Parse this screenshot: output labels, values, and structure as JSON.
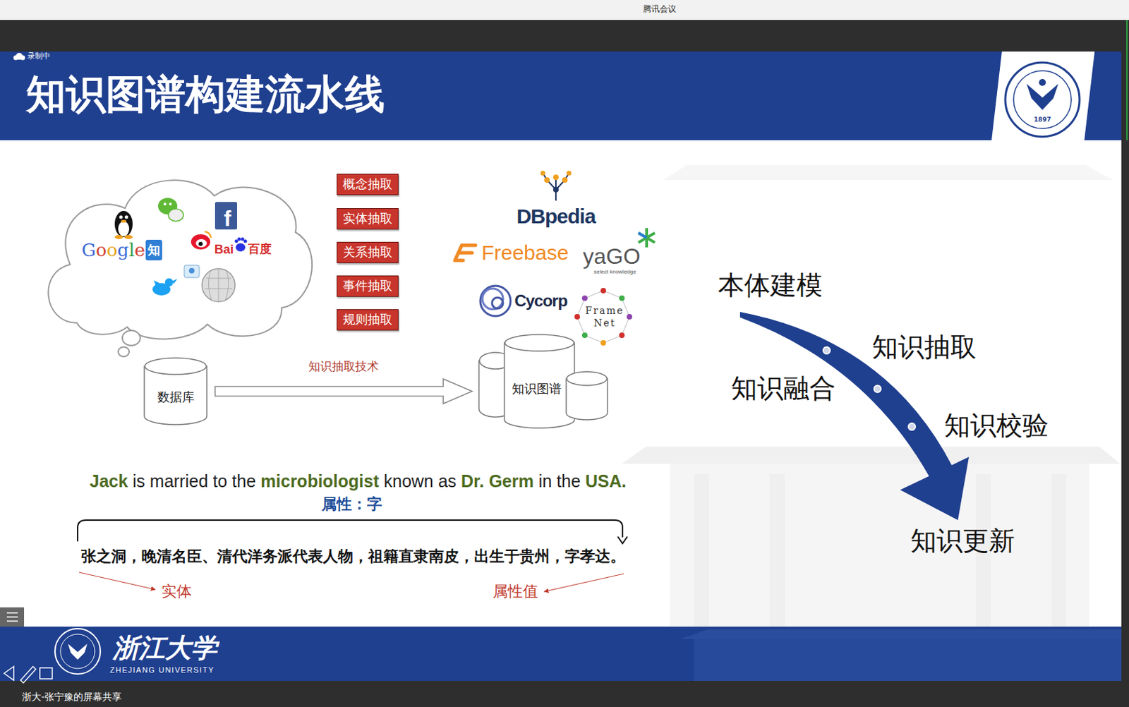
{
  "diagram": {
    "title": "知识图谱构建流水线",
    "nodes": [
      {
        "text": [
          "概念抽取"
        ]
      },
      {
        "text": [
          "实体抽取"
        ]
      },
      {
        "text": [
          "关系抽取"
        ]
      },
      {
        "text": [
          "事件抽取"
        ]
      },
      {
        "text": [
          "规则抽取"
        ]
      },
      {
        "text": [
          "数据库"
        ]
      },
      {
        "text": [
          "知识图谱"
        ]
      }
    ],
    "edges": [
      {
        "from": 5,
        "to": 6,
        "label": "知识抽取技术",
        "arrow": "to"
      }
    ],
    "labels": [
      "腾讯会议",
      "录制中",
      "1897",
      "Google",
      "知",
      "f",
      "Bai",
      "百度",
      "DBpedia",
      "Freebase",
      "yaGO",
      "select knowledge",
      "Cycorp",
      "Frame",
      "Net",
      "Jack is married to the microbiologist known as Dr. Germ in the USA.",
      "属性：字",
      "张之洞，晚清名臣、清代洋务派代表人物，祖籍直隶南皮，出生于贵州，字孝达。",
      "实体",
      "属性值",
      "本体建模",
      "知识抽取",
      "知识融合",
      "知识校验",
      "知识更新",
      "浙江大学",
      "ZHEJIANG UNIVERSITY",
      "浙大-张宁豫的屏幕共享"
    ]
  }
}
